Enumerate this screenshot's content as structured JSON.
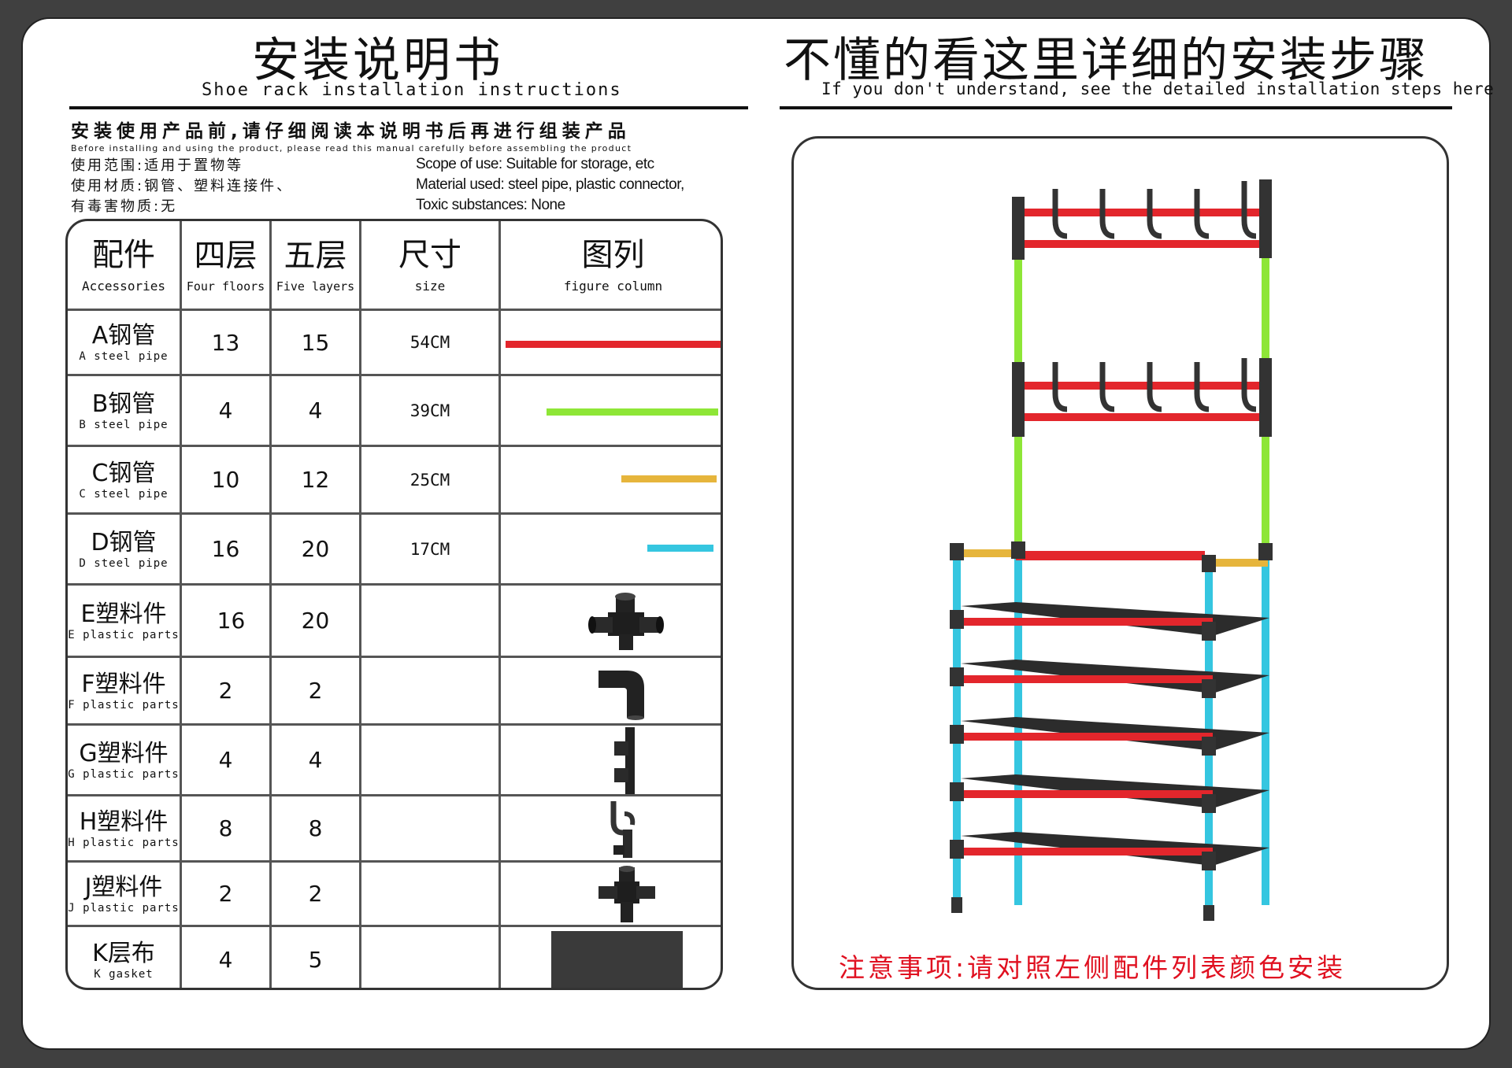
{
  "header_left": {
    "title_cn": "安装说明书",
    "title_en": "Shoe rack installation instructions"
  },
  "header_right": {
    "title_cn": "不懂的看这里详细的安装步骤",
    "title_en": "If you don't understand, see the detailed installation steps here"
  },
  "intro": {
    "cn": "安装使用产品前,请仔细阅读本说明书后再进行组装产品",
    "en": "Before installing and using the product, please read this manual carefully before assembling the product"
  },
  "info_cn": [
    "使用范围:适用于置物等",
    "使用材质:钢管、塑料连接件、",
    "有毒害物质:无"
  ],
  "info_en": [
    "Scope of use: Suitable for storage, etc",
    "Material used: steel pipe, plastic connector,",
    "Toxic substances: None"
  ],
  "table": {
    "headers": [
      {
        "cn": "配件",
        "en": "Accessories"
      },
      {
        "cn": "四层",
        "en": "Four floors"
      },
      {
        "cn": "五层",
        "en": "Five layers"
      },
      {
        "cn": "尺寸",
        "en": "size"
      },
      {
        "cn": "图列",
        "en": "figure column"
      }
    ],
    "rows": [
      {
        "name_cn": "A钢管",
        "name_en": "A steel pipe",
        "four": "13",
        "five": "15",
        "size": "54CM",
        "icon": "red-pipe-icon"
      },
      {
        "name_cn": "B钢管",
        "name_en": "B steel pipe",
        "four": "4",
        "five": "4",
        "size": "39CM",
        "icon": "green-pipe-icon"
      },
      {
        "name_cn": "C钢管",
        "name_en": "C steel pipe",
        "four": "10",
        "five": "12",
        "size": "25CM",
        "icon": "yellow-pipe-icon"
      },
      {
        "name_cn": "D钢管",
        "name_en": "D steel pipe",
        "four": "16",
        "five": "20",
        "size": "17CM",
        "icon": "blue-pipe-icon"
      },
      {
        "name_cn": "E塑料件",
        "name_en": "E plastic parts",
        "four": "16",
        "five": "20",
        "size": "",
        "icon": "four-way-connector-icon"
      },
      {
        "name_cn": "F塑料件",
        "name_en": "F plastic parts",
        "four": "2",
        "five": "2",
        "size": "",
        "icon": "elbow-connector-icon"
      },
      {
        "name_cn": "G塑料件",
        "name_en": "G plastic parts",
        "four": "4",
        "five": "4",
        "size": "",
        "icon": "triple-tee-connector-icon"
      },
      {
        "name_cn": "H塑料件",
        "name_en": "H plastic parts",
        "four": "8",
        "five": "8",
        "size": "",
        "icon": "hook-connector-icon"
      },
      {
        "name_cn": "J塑料件",
        "name_en": "J plastic parts",
        "four": "2",
        "five": "2",
        "size": "",
        "icon": "three-way-connector-icon"
      },
      {
        "name_cn": "K层布",
        "name_en": "K gasket",
        "four": "4",
        "five": "5",
        "size": "",
        "icon": "shelf-cloth-icon"
      }
    ]
  },
  "colors": {
    "red": "#e3262c",
    "green": "#8ee637",
    "yellow": "#e6b53c",
    "blue": "#35c6e0",
    "dark": "#333333",
    "note": "#e01020"
  },
  "note": "注意事项:请对照左侧配件列表颜色安装"
}
